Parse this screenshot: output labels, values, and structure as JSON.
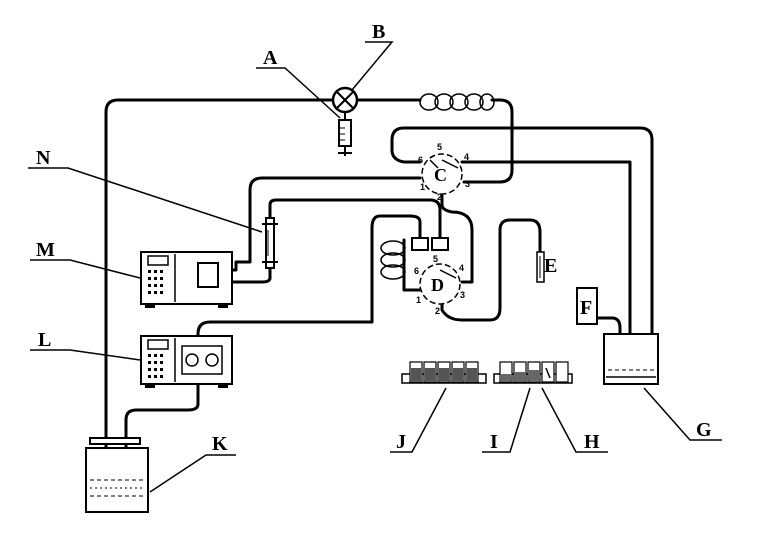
{
  "labels": {
    "A": "A",
    "B": "B",
    "C": "C",
    "D": "D",
    "E": "E",
    "F": "F",
    "G": "G",
    "H": "H",
    "I": "I",
    "J": "J",
    "K": "K",
    "L": "L",
    "M": "M",
    "N": "N"
  },
  "valve_c_ports": [
    "1",
    "2",
    "3",
    "4",
    "5",
    "6"
  ],
  "valve_d_ports": [
    "1",
    "2",
    "3",
    "4",
    "5",
    "6"
  ]
}
